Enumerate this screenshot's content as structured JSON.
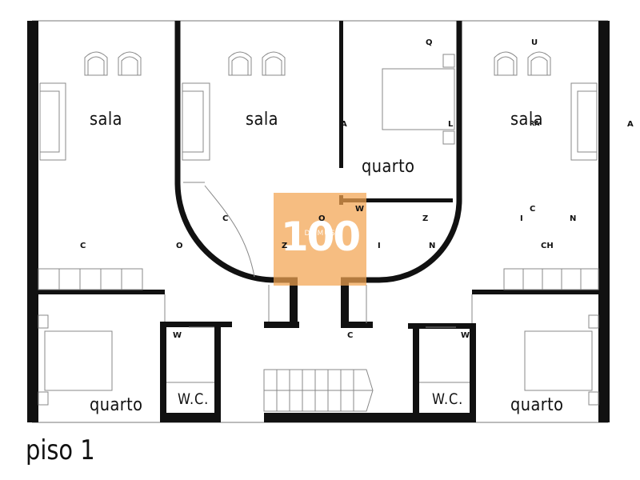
{
  "floor_label": "piso 1",
  "rooms": {
    "sala_left": "sala",
    "sala_center": "sala",
    "sala_right": "sala",
    "quarto_top": "quarto",
    "quarto_left": "quarto",
    "quarto_right": "quarto",
    "wc_left": "W.C.",
    "wc_right": "W.C."
  },
  "letters": {
    "q": "Q",
    "u": "U",
    "l": "L",
    "a_center": "A",
    "a_right": "A",
    "ra": "RA",
    "w_mid": "W",
    "w_left": "W",
    "w_right": "W",
    "c_left": "C",
    "c_mid": "C",
    "c_bottom": "C",
    "c_right": "C",
    "o_left": "O",
    "o_mid": "O",
    "z_mid": "Z",
    "z_right": "Z",
    "i_mid": "I",
    "i_right": "I",
    "n_mid": "N",
    "n_right": "N",
    "ch": "CH"
  },
  "watermark": {
    "number": "100",
    "sub": "DOMUS",
    "color": "#f2a350"
  },
  "colors": {
    "wall": "#111111",
    "line": "#888888",
    "watermark": "#f2a350"
  }
}
